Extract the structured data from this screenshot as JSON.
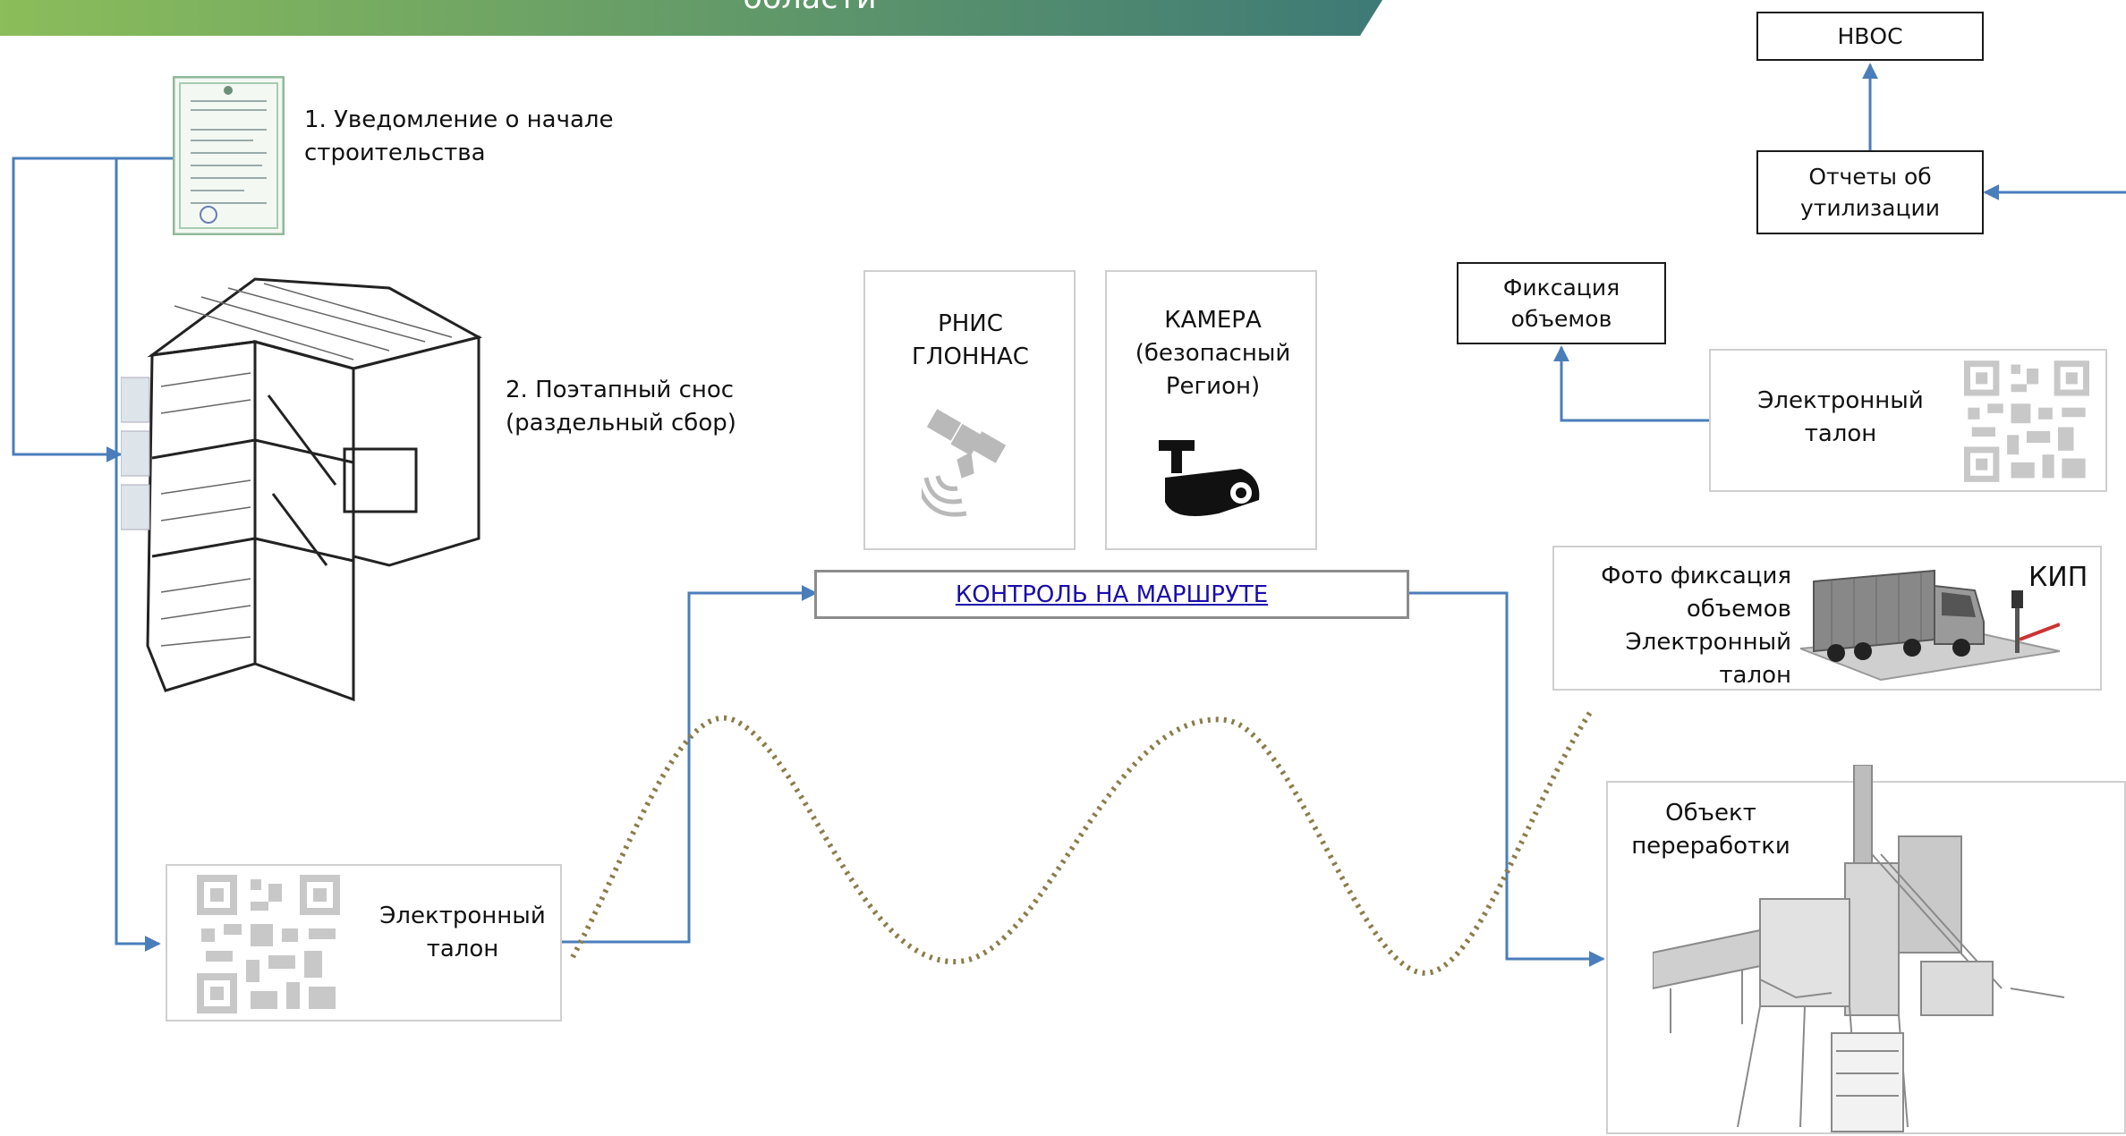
{
  "header": {
    "title": "области",
    "gradient_from": "#8bbd5a",
    "gradient_to": "#3e7a76"
  },
  "colors": {
    "arrow": "#4a7ebb",
    "wave": "#8a7d4a",
    "box_border": "#1a1a1a",
    "grey_border": "#cfcfcf",
    "route_border": "#8c8c8c",
    "link": "#1a0dab"
  },
  "steps": {
    "notice": "1. Уведомление о начале строительства",
    "demolition": "2. Поэтапный снос (раздельный сбор)"
  },
  "ticket_left": {
    "label": "Электронный талон",
    "icon": "qr-code-icon"
  },
  "monitoring": {
    "rnis": {
      "label": "РНИС ГЛОННАС",
      "icon": "satellite-icon"
    },
    "camera": {
      "label": "КАМЕРА (безопасный Регион)",
      "icon": "camera-icon"
    },
    "route_label": "КОНТРОЛЬ НА МАРШРУТЕ"
  },
  "right": {
    "nvos": "НВОС",
    "reports": "Отчеты об утилизации",
    "fixation": "Фиксация объемов",
    "ticket": "Электронный талон",
    "kip_title": "КИП",
    "kip_text": "Фото фиксация объемов Электронный талон",
    "processing": "Объект переработки"
  },
  "icons": [
    "document-icon",
    "building-icon",
    "qr-code-icon",
    "satellite-icon",
    "camera-icon",
    "truck-scale-icon",
    "plant-icon"
  ]
}
